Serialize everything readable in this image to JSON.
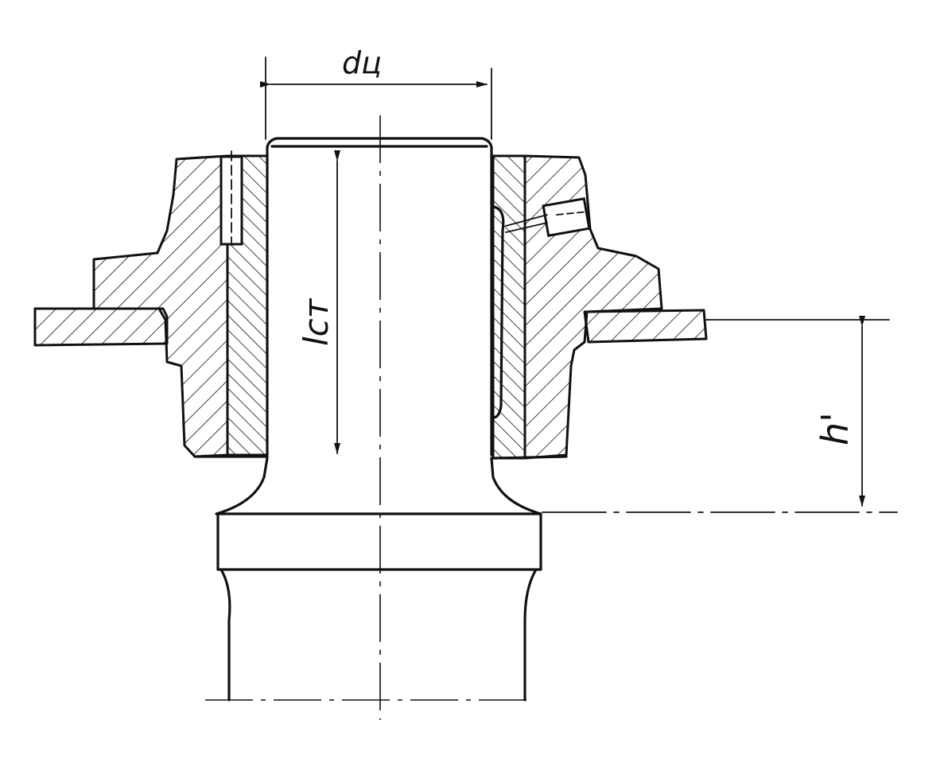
{
  "labels": {
    "shaft_diameter": "dц",
    "hub_length": "lст",
    "clearance_height": "h'"
  },
  "colors": {
    "ink": "#111111",
    "paper": "#ffffff"
  }
}
